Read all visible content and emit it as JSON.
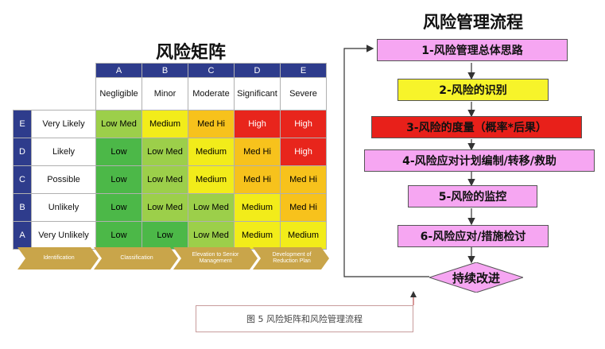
{
  "matrix": {
    "title": "风险矩阵",
    "columns": [
      {
        "code": "A",
        "label": "Negligible"
      },
      {
        "code": "B",
        "label": "Minor"
      },
      {
        "code": "C",
        "label": "Moderate"
      },
      {
        "code": "D",
        "label": "Significant"
      },
      {
        "code": "E",
        "label": "Severe"
      }
    ],
    "rows": [
      {
        "code": "E",
        "label": "Very Likely",
        "cells": [
          "Low Med",
          "Medium",
          "Med Hi",
          "High",
          "High"
        ]
      },
      {
        "code": "D",
        "label": "Likely",
        "cells": [
          "Low",
          "Low Med",
          "Medium",
          "Med Hi",
          "High"
        ]
      },
      {
        "code": "C",
        "label": "Possible",
        "cells": [
          "Low",
          "Low Med",
          "Medium",
          "Med Hi",
          "Med Hi"
        ]
      },
      {
        "code": "B",
        "label": "Unlikely",
        "cells": [
          "Low",
          "Low Med",
          "Low Med",
          "Medium",
          "Med Hi"
        ]
      },
      {
        "code": "A",
        "label": "Very Unlikely",
        "cells": [
          "Low",
          "Low",
          "Low Med",
          "Medium",
          "Medium"
        ]
      }
    ],
    "colors": {
      "Low": "#4cb848",
      "Low Med": "#9ccf4a",
      "Medium": "#f2ec1a",
      "Med Hi": "#f7c21c",
      "High": "#e8251c"
    },
    "process_steps": [
      "Identification",
      "Classification",
      "Elevation to Senior Management",
      "Development of Reduction Plan"
    ]
  },
  "flow": {
    "title": "风险管理流程",
    "steps": [
      {
        "label": "1-风险管理总体思路",
        "color": "#f6a6f2"
      },
      {
        "label": "2-风险的识别",
        "color": "#f7f42a"
      },
      {
        "label": "3-风险的度量（概率*后果）",
        "color": "#e8201a"
      },
      {
        "label": "4-风险应对计划编制/转移/救助",
        "color": "#f6a6f2"
      },
      {
        "label": "5-风险的监控",
        "color": "#f6a6f2"
      },
      {
        "label": "6-风险应对/措施检讨",
        "color": "#f6a6f2"
      }
    ],
    "end": {
      "label": "持续改进",
      "color": "#f6a6f2"
    }
  },
  "caption": "图 5   风险矩阵和风险管理流程"
}
